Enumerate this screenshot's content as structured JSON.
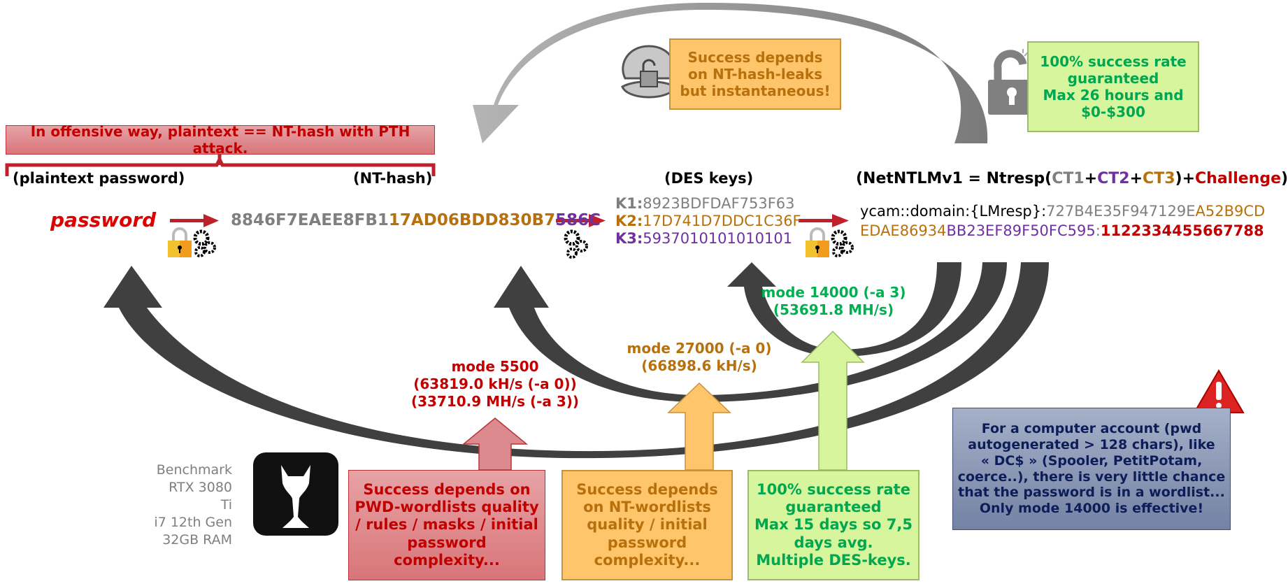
{
  "top_note": "In offensive way, plaintext == NT-hash with PTH attack.",
  "labels": {
    "plaintext": "(plaintext password)",
    "nthash": "(NT-hash)",
    "des_keys": "(DES keys)",
    "netntlm_prefix": "(NetNTLMv1 = Ntresp(",
    "ct1": "CT1",
    "plus1": "+",
    "ct2": "CT2",
    "plus2": "+",
    "ct3": "CT3",
    "close_plus": ")+",
    "challenge": "Challenge",
    "close": ")"
  },
  "password": "password",
  "nthash": {
    "part1": "8846F7EAEE8FB1",
    "part2": "17AD06BDD830B7",
    "part3": "586C"
  },
  "des_keys": [
    {
      "label": "K1:",
      "value": "8923BDFDAF753F63",
      "color": "grey"
    },
    {
      "label": "K2:",
      "value": "17D741D7DDC1C36F",
      "color": "orange"
    },
    {
      "label": "K3:",
      "value": "5937010101010101",
      "color": "purple"
    }
  ],
  "netntlm": {
    "prefix": "ycam::domain:{LMresp}:",
    "ct1": "727B4E35F947129E",
    "ct2_a": "A52B9CD",
    "ct2_b": "EDAE86934",
    "ct3": "BB23EF89F50FC595",
    "sep": ":",
    "challenge": "1122334455667788"
  },
  "callouts": {
    "top_orange": [
      "Success depends",
      "on NT-hash-leaks",
      "but instantaneous!"
    ],
    "top_green": [
      "100% success rate",
      "guaranteed",
      "Max 26 hours and",
      "$0-$300"
    ],
    "bottom_red": [
      "Success depends on",
      "PWD-wordlists quality",
      "/ rules / masks / initial",
      "password",
      "complexity..."
    ],
    "bottom_orange": [
      "Success depends",
      "on NT-wordlists",
      "quality / initial",
      "password",
      "complexity..."
    ],
    "bottom_green": [
      "100% success rate",
      "guaranteed",
      "Max 15 days so 7,5",
      "days avg.",
      "Multiple DES-keys."
    ],
    "blue_note": [
      "For a computer account (pwd",
      "autogenerated > 128 chars), like",
      "« DC$ » (Spooler, PetitPotam,",
      "coerce..), there is very little chance",
      "that the password is in a wordlist...",
      "Only mode 14000 is effective!"
    ]
  },
  "modes": {
    "m5500": [
      "mode 5500",
      "(63819.0 kH/s (-a 0))",
      "(33710.9 MH/s (-a 3))"
    ],
    "m27000": [
      "mode 27000 (-a 0)",
      "(66898.6 kH/s)"
    ],
    "m14000": [
      "mode 14000 (-a 3)",
      "(53691.8 MH/s)"
    ]
  },
  "benchmark": [
    "Benchmark",
    "RTX 3080 Ti",
    "i7 12th Gen",
    "32GB RAM"
  ],
  "colors": {
    "red": "#c00000",
    "orange": "#b7700c",
    "purple": "#7030a0",
    "grey": "#7f7f7f",
    "green": "#00b050",
    "navy": "#0c1d57",
    "arrow_dark": "#404040",
    "arrow_light": "#a6a6a6"
  }
}
